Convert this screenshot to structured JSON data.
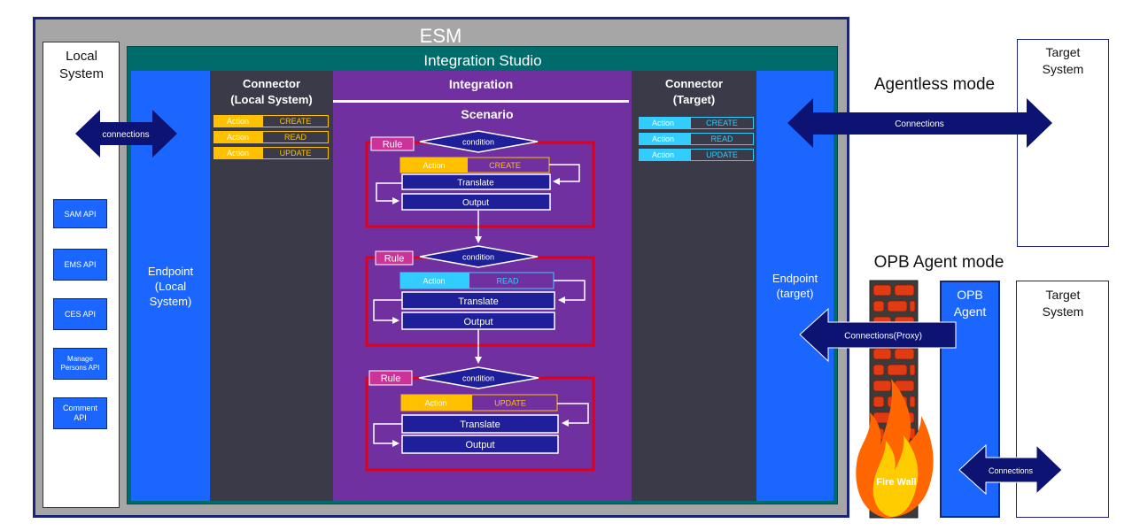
{
  "colors": {
    "esm_border": "#1a237e",
    "esm_fill": "#a6a6a6",
    "teal": "#006b6b",
    "endpoint_blue": "#1a66ff",
    "connector_dark": "#3a3a48",
    "integration_purple": "#7030a0",
    "action_orange": "#ffc000",
    "action_cyan": "#33ccff",
    "navy": "#1f1f99",
    "rule_magenta": "#cc3399",
    "rule_border": "#e0001b",
    "arrow_navy": "#0d1373",
    "firewall_red": "#e03b12"
  },
  "esm": {
    "title": "ESM"
  },
  "local_system": {
    "label": "Local System",
    "arrow_label": "connections",
    "apis": [
      "SAM API",
      "EMS API",
      "CES API",
      "Manage Persons API",
      "Comment API"
    ]
  },
  "integration_studio": {
    "title": "Integration Studio"
  },
  "endpoint_local": {
    "label": "Endpoint (Local System)"
  },
  "connector_local": {
    "title": "Connector (Local System)",
    "actions": [
      {
        "label": "Action",
        "op": "CREATE"
      },
      {
        "label": "Action",
        "op": "READ"
      },
      {
        "label": "Action",
        "op": "UPDATE"
      }
    ]
  },
  "integration": {
    "title": "Integration",
    "scenario": "Scenario",
    "rules": [
      {
        "rule": "Rule",
        "condition": "condition",
        "action": "Action",
        "op": "CREATE",
        "translate": "Translate",
        "output": "Output"
      },
      {
        "rule": "Rule",
        "condition": "condition",
        "action": "Action",
        "op": "READ",
        "translate": "Translate",
        "output": "Output"
      },
      {
        "rule": "Rule",
        "condition": "condition",
        "action": "Action",
        "op": "UPDATE",
        "translate": "Translate",
        "output": "Output"
      }
    ]
  },
  "connector_target": {
    "title": "Connector (Target)",
    "actions": [
      {
        "label": "Action",
        "op": "CREATE"
      },
      {
        "label": "Action",
        "op": "READ"
      },
      {
        "label": "Action",
        "op": "UPDATE"
      }
    ]
  },
  "endpoint_target": {
    "label": "Endpoint (target)"
  },
  "agentless": {
    "title": "Agentless mode",
    "arrow_label": "Connections",
    "target": "Target System"
  },
  "opb": {
    "title": "OPB Agent mode",
    "proxy_label": "Connections(Proxy)",
    "agent": "OPB Agent",
    "firewall": "Fire Wall",
    "arrow_label": "Connections",
    "target": "Target System"
  }
}
